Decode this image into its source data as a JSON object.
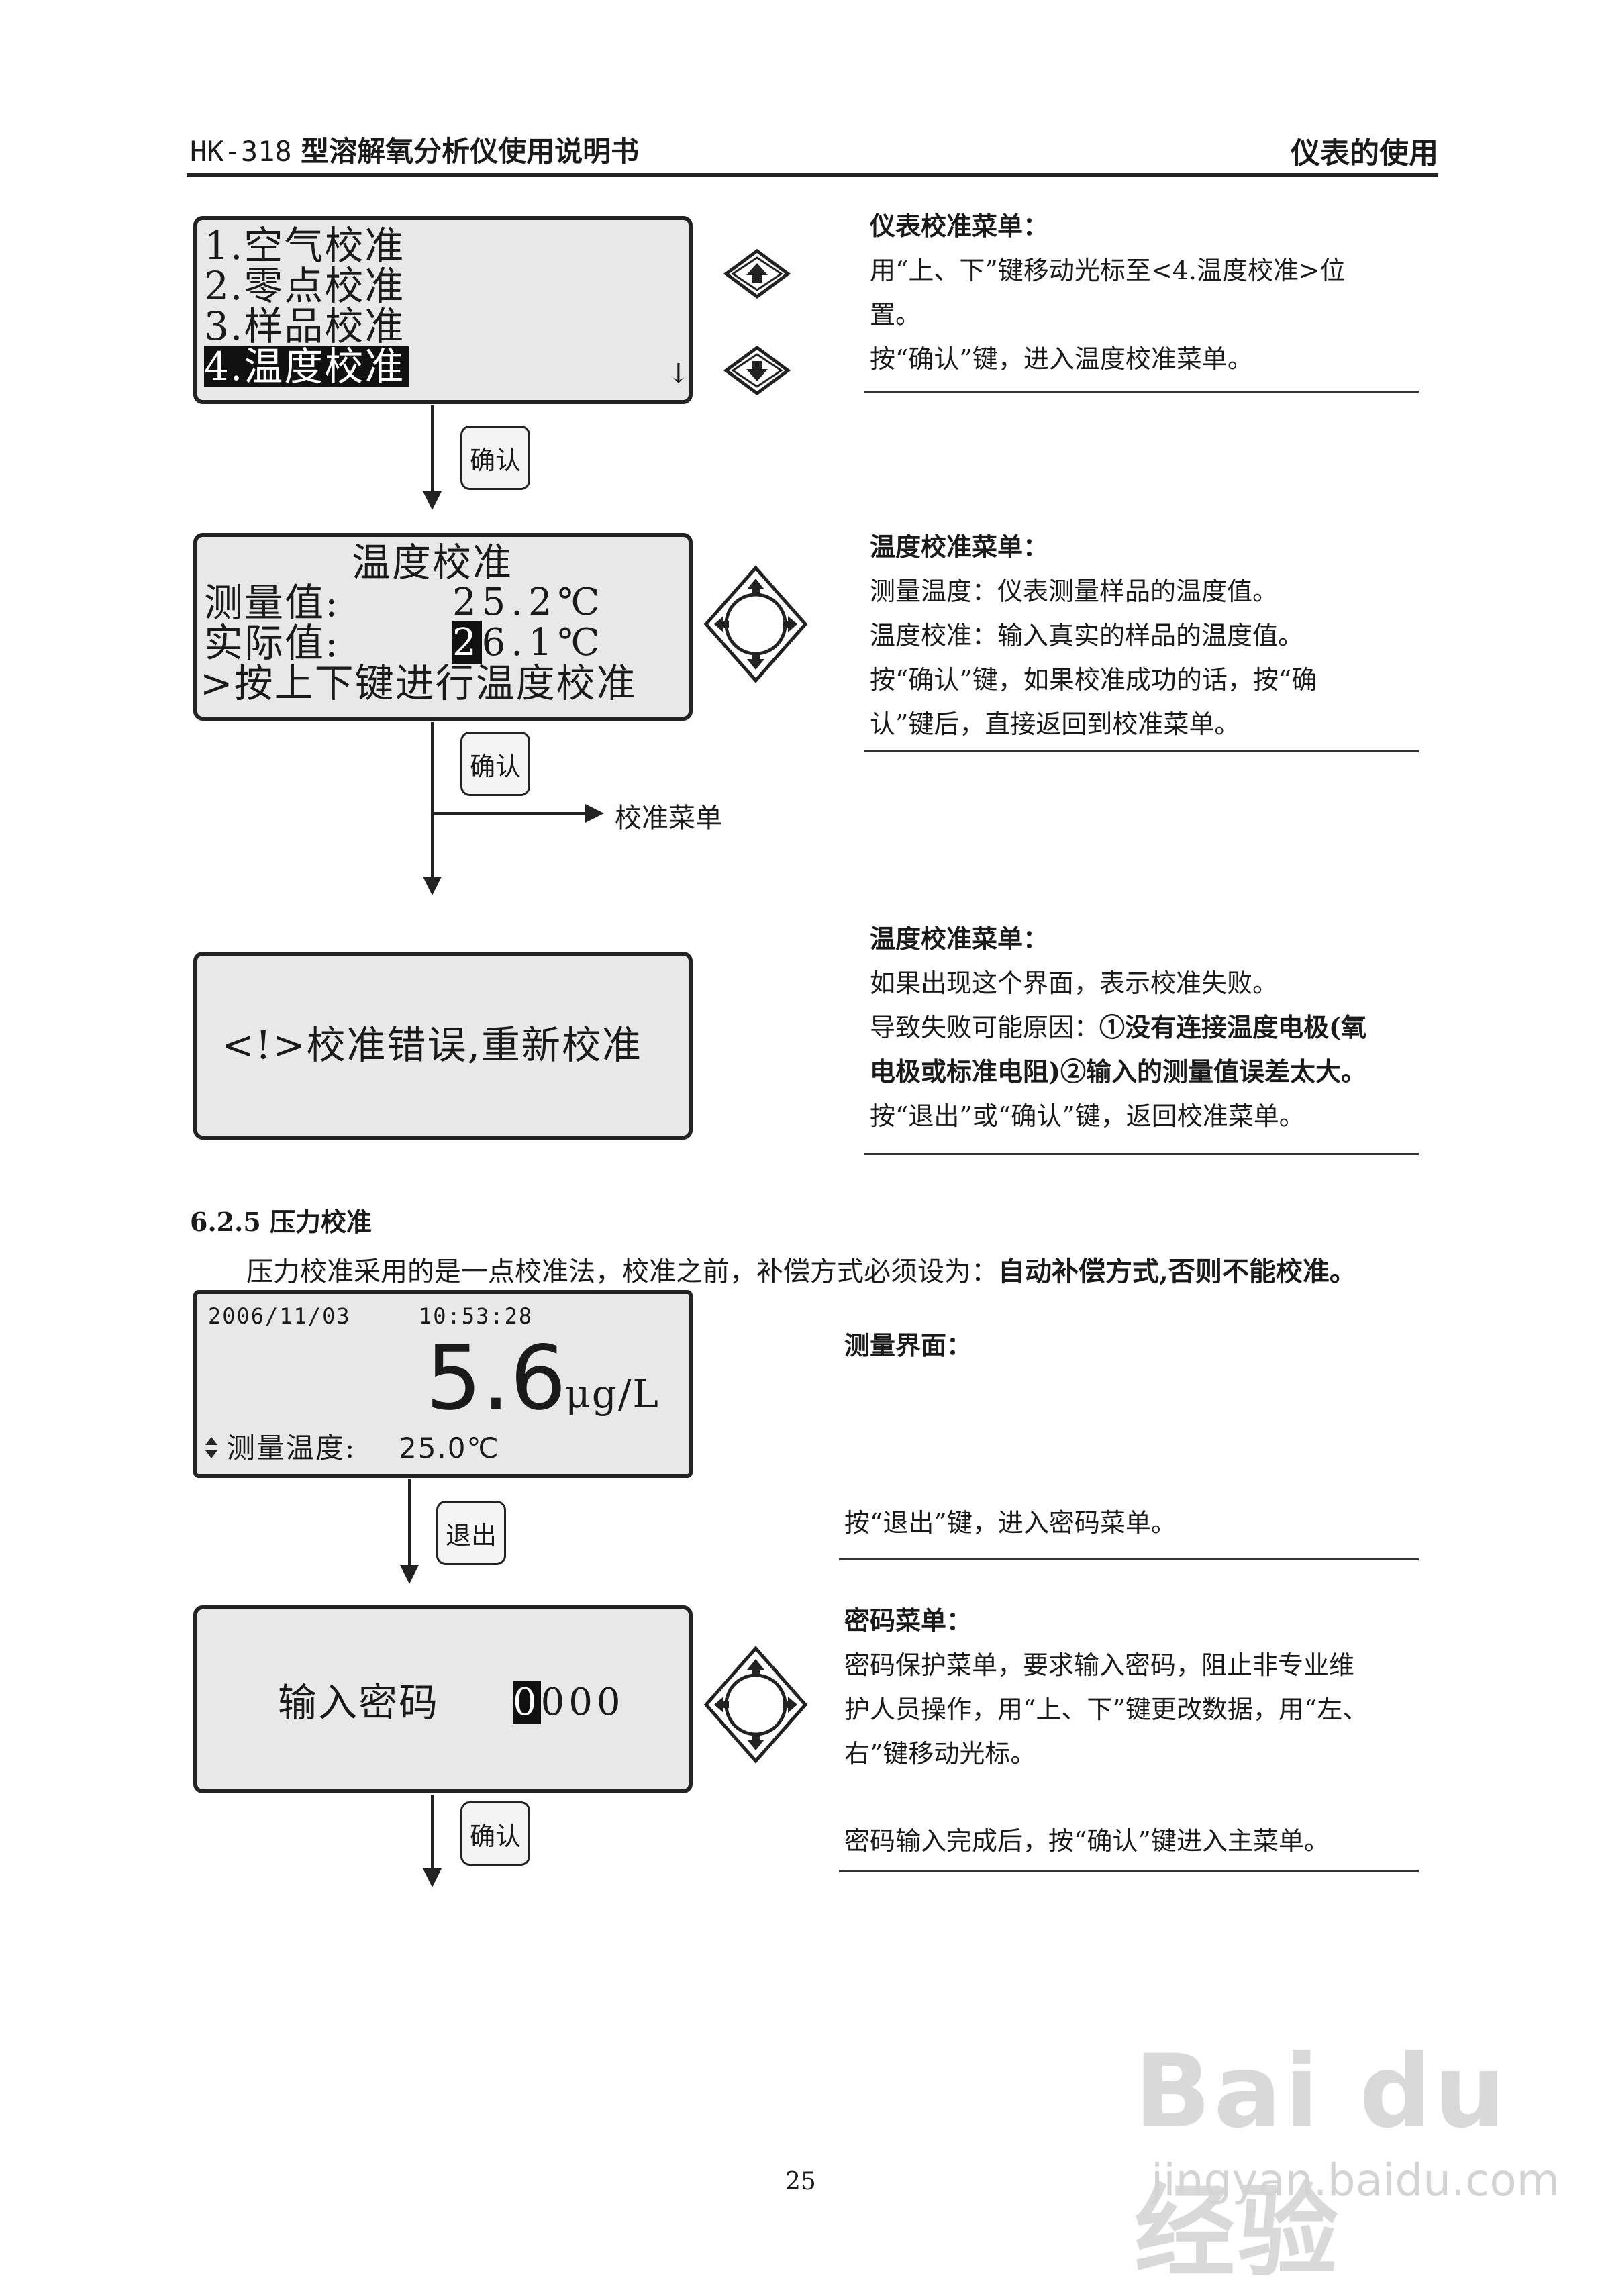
{
  "header": {
    "model": "HK-318",
    "title": "型溶解氧分析仪使用说明书",
    "section": "仪表的使用"
  },
  "screen1": {
    "lines": [
      "1.空气校准",
      "2.零点校准",
      "3.样品校准",
      "4.温度校准"
    ],
    "scroll_glyph": "↓"
  },
  "key_confirm_1": "确认",
  "desc1": {
    "heading": "仪表校准菜单：",
    "line1": "用“上、下”键移动光标至<4.温度校准>位",
    "line2": "置。",
    "line3": "按“确认”键，进入温度校准菜单。"
  },
  "screen2": {
    "title": "温度校准",
    "measured_label": "测量值:",
    "measured_value": "25.2℃",
    "actual_label": "实际值:",
    "actual_cursor": "2",
    "actual_rest": "6.1℃",
    "hint": ">按上下键进行温度校准"
  },
  "key_confirm_2": "确认",
  "branch_label": "校准菜单",
  "desc2": {
    "heading": "温度校准菜单：",
    "line1": "测量温度：仪表测量样品的温度值。",
    "line2": "温度校准：输入真实的样品的温度值。",
    "line3": "按“确认”键，如果校准成功的话，按“确",
    "line4": "认”键后，直接返回到校准菜单。"
  },
  "screen3": {
    "message": "<!>校准错误,重新校准"
  },
  "desc3": {
    "heading": "温度校准菜单：",
    "line1": "如果出现这个界面，表示校准失败。",
    "line2_plain": "导致失败可能原因：",
    "line2_bold": "①没有连接温度电极(氧",
    "line3_bold": "电极或标准电阻)②输入的测量值误差太大。",
    "line4": "按“退出”或“确认”键，返回校准菜单。"
  },
  "section": {
    "number": "6.2.5",
    "title": "压力校准",
    "intro_plain": "压力校准采用的是一点校准法，校准之前，补偿方式必须设为：",
    "intro_bold": "自动补偿方式,否则不能校准。"
  },
  "screen4": {
    "date": "2006/11/03",
    "time": "10:53:28",
    "value": "5.6",
    "unit": "μg/L",
    "temp_label": "测量温度:",
    "temp_value": "25.0℃"
  },
  "key_exit": "退出",
  "desc4": {
    "heading": "测量界面：",
    "line1": "按“退出”键，进入密码菜单。"
  },
  "screen5": {
    "label": "输入密码",
    "cursor_digit": "0",
    "rest_digits": "000"
  },
  "key_confirm_3": "确认",
  "desc5": {
    "heading": "密码菜单：",
    "line1": "密码保护菜单，要求输入密码，阻止非专业维",
    "line2": "护人员操作，用“上、下”键更改数据，用“左、",
    "line3": "右”键移动光标。",
    "line4": "密码输入完成后，按“确认”键进入主菜单。"
  },
  "page_number": "25",
  "watermark": {
    "brand": "Bai du 经验",
    "url": "jingyan.baidu.com"
  }
}
